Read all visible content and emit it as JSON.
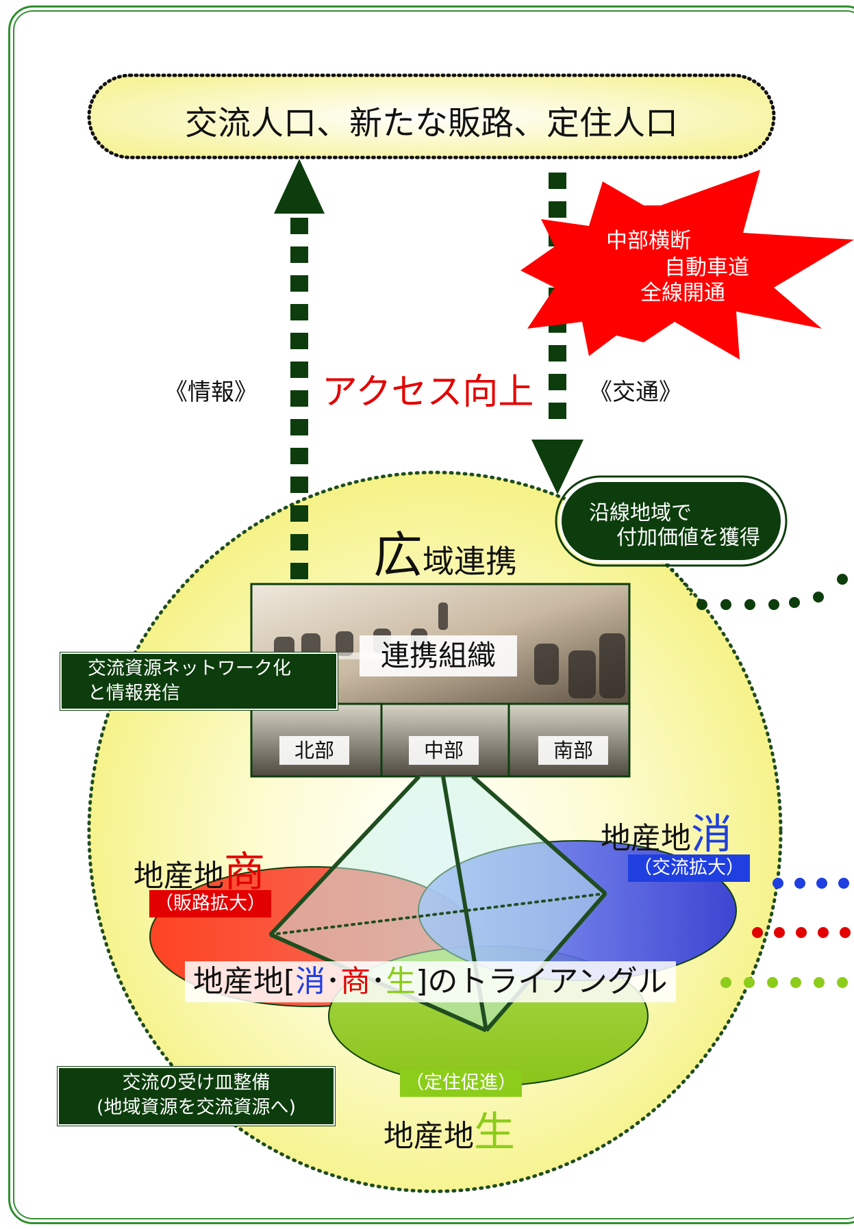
{
  "top_banner": {
    "text": "交流人口、新たな販路、定住人口"
  },
  "burst": {
    "lines": [
      "中部横断",
      "自動車道",
      "全線開通"
    ]
  },
  "arrows": {
    "left_label": "《情報》",
    "center_label": "アクセス向上",
    "right_label": "《交通》"
  },
  "pill": {
    "lines": [
      "沿線地域で",
      "付加価値を獲得"
    ]
  },
  "title": {
    "big_char": "広",
    "rest": "域連携"
  },
  "photos": {
    "main_label": "連携組織",
    "sub_labels": [
      "北部",
      "中部",
      "南部"
    ]
  },
  "box_network": {
    "lines": [
      "交流資源ネットワーク化",
      "と情報発信"
    ]
  },
  "box_reception": {
    "lines": [
      "交流の受け皿整備",
      "(地域資源を交流資源へ)"
    ]
  },
  "corners": {
    "shou": {
      "prefix": "地産地",
      "char": "商",
      "tag": "（販路拡大）"
    },
    "shou2": {
      "prefix": "地産地",
      "char": "消",
      "tag": "（交流拡大）"
    },
    "sei": {
      "prefix": "地産地",
      "char": "生",
      "tag": "（定住促進）"
    }
  },
  "triangle_label": {
    "prefix": "地産地[",
    "c1": "消",
    "sep1": "･",
    "c2": "商",
    "sep2": "･",
    "c3": "生",
    "suffix": "]のトライアングル"
  },
  "colors": {
    "frame_green": "#2f8f2f",
    "dark_green": "#0d3d0d",
    "circle_yellow": "#fbf9a8",
    "burst_red": "#ff0000",
    "blue": "#1f3fe0",
    "red": "#e30000",
    "green": "#8ccc1a"
  }
}
